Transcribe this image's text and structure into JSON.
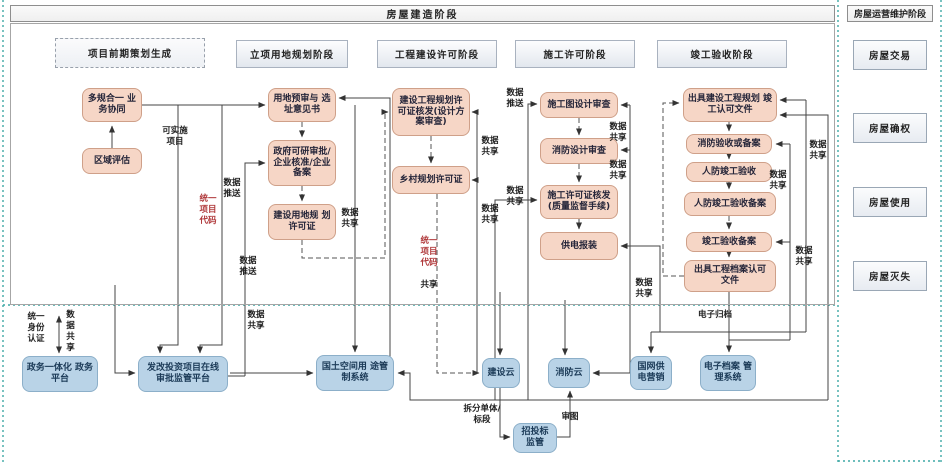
{
  "titles": {
    "construction_phase": "房屋建造阶段",
    "operation_phase": "房屋运营维护阶段"
  },
  "stage_headers": [
    {
      "label": "项目前期策划生成"
    },
    {
      "label": "立项用地规划阶段"
    },
    {
      "label": "工程建设许可阶段"
    },
    {
      "label": "施工许可阶段"
    },
    {
      "label": "竣工验收阶段"
    }
  ],
  "operation_items": [
    {
      "label": "房屋交易"
    },
    {
      "label": "房屋确权"
    },
    {
      "label": "房屋使用"
    },
    {
      "label": "房屋灭失"
    }
  ],
  "process_boxes": [
    {
      "stage": "项目前期策划生成",
      "label": "多规合一 业务协同"
    },
    {
      "stage": "项目前期策划生成",
      "label": "区域评估"
    },
    {
      "stage": "立项用地规划阶段",
      "label": "用地预审与 选址意见书"
    },
    {
      "stage": "立项用地规划阶段",
      "label": "政府可研审批/企业核准/企业备案"
    },
    {
      "stage": "立项用地规划阶段",
      "label": "建设用地规 划许可证"
    },
    {
      "stage": "工程建设许可阶段",
      "label": "建设工程规划许可证核发(设计方案审查)"
    },
    {
      "stage": "工程建设许可阶段",
      "label": "乡村规划许可证"
    },
    {
      "stage": "施工许可阶段",
      "label": "施工图设计审查"
    },
    {
      "stage": "施工许可阶段",
      "label": "消防设计审查"
    },
    {
      "stage": "施工许可阶段",
      "label": "施工许可证核发(质量监督手续)"
    },
    {
      "stage": "施工许可阶段",
      "label": "供电报装"
    },
    {
      "stage": "竣工验收阶段",
      "label": "出具建设工程规划 竣工认可文件"
    },
    {
      "stage": "竣工验收阶段",
      "label": "消防验收或备案"
    },
    {
      "stage": "竣工验收阶段",
      "label": "人防竣工验收"
    },
    {
      "stage": "竣工验收阶段",
      "label": "人防竣工验收备案"
    },
    {
      "stage": "竣工验收阶段",
      "label": "竣工验收备案"
    },
    {
      "stage": "竣工验收阶段",
      "label": "出具工程档案认可 文件"
    }
  ],
  "platform_boxes": [
    {
      "label": "政务一体化 政务平台"
    },
    {
      "label": "发改投资项目在线 审批监管平台"
    },
    {
      "label": "国土空间用 途管制系统"
    },
    {
      "label": "建设云"
    },
    {
      "label": "消防云"
    },
    {
      "label": "国网供 电营销"
    },
    {
      "label": "电子档案 管理系统"
    },
    {
      "label": "招投标 监管"
    }
  ],
  "connector_labels": [
    {
      "text": "可实施项目"
    },
    {
      "text": "统一项目代码",
      "color": "red"
    },
    {
      "text": "数据推送"
    },
    {
      "text": "数据推送"
    },
    {
      "text": "数据共享"
    },
    {
      "text": "数据共享"
    },
    {
      "text": "数据共享"
    },
    {
      "text": "数据共享"
    },
    {
      "text": "统一项目代码",
      "color": "red"
    },
    {
      "text": "共享"
    },
    {
      "text": "数据推送"
    },
    {
      "text": "数据共享"
    },
    {
      "text": "数据共享"
    },
    {
      "text": "数据共享"
    },
    {
      "text": "数据共享"
    },
    {
      "text": "数据共享"
    },
    {
      "text": "数据共享"
    },
    {
      "text": "数据共享"
    },
    {
      "text": "电子归档"
    },
    {
      "text": "统一身份认证"
    },
    {
      "text": "数据共享"
    },
    {
      "text": "拆分单体/标段"
    },
    {
      "text": "审图"
    }
  ],
  "colors": {
    "process_fill": "#f6d6c6",
    "process_border": "#cfa089",
    "platform_fill": "#b9d3e7",
    "platform_border": "#8cafc9",
    "separator_teal": "#3fa9a5",
    "highlight_red": "#b0393b",
    "line": "#444444"
  }
}
